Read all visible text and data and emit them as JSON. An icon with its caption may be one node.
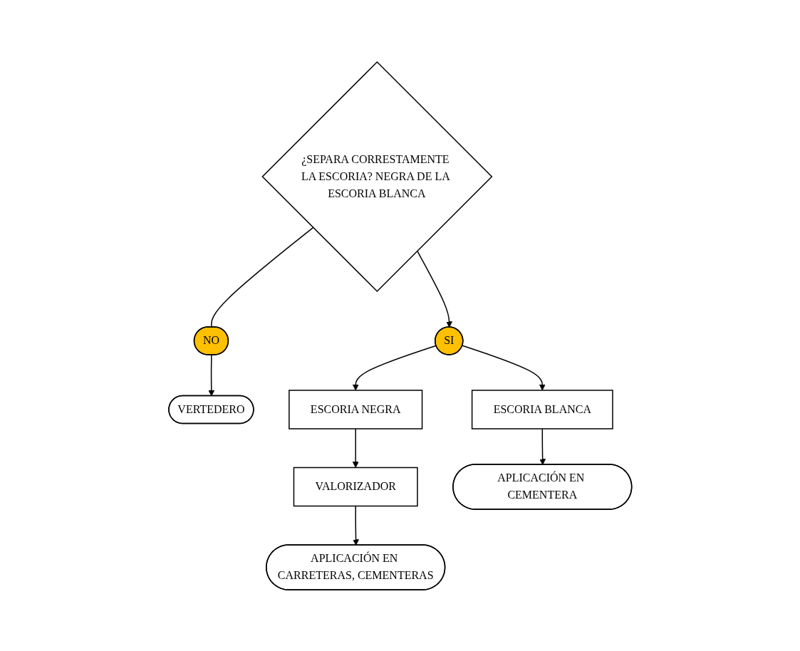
{
  "diagram": {
    "nodes": [
      {
        "text": [
          "¿SEPARA CORRESTAMENTE LA ESCORIA? NEGRA DE LA ESCORIA BLANCA"
        ]
      },
      {
        "text": [
          "NO"
        ]
      },
      {
        "text": [
          "VERTEDERO"
        ]
      },
      {
        "text": [
          "SI"
        ]
      },
      {
        "text": [
          "ESCORIA NEGRA"
        ]
      },
      {
        "text": [
          "ESCORIA BLANCA"
        ]
      },
      {
        "text": [
          "VALORIZADOR"
        ]
      },
      {
        "text": [
          "APLICACIÓN EN CEMENTERA"
        ]
      },
      {
        "text": [
          "APLICACIÓN EN CARRETERAS, CEMENTERAS"
        ]
      }
    ],
    "edges": [
      {
        "from": 0,
        "to": 1,
        "arrow": "none"
      },
      {
        "from": 1,
        "to": 2,
        "arrow": "to"
      },
      {
        "from": 0,
        "to": 3,
        "arrow": "to"
      },
      {
        "from": 3,
        "to": 4,
        "arrow": "to"
      },
      {
        "from": 3,
        "to": 5,
        "arrow": "to"
      },
      {
        "from": 4,
        "to": 6,
        "arrow": "to"
      },
      {
        "from": 6,
        "to": 8,
        "arrow": "to"
      },
      {
        "from": 5,
        "to": 7,
        "arrow": "to"
      }
    ]
  }
}
